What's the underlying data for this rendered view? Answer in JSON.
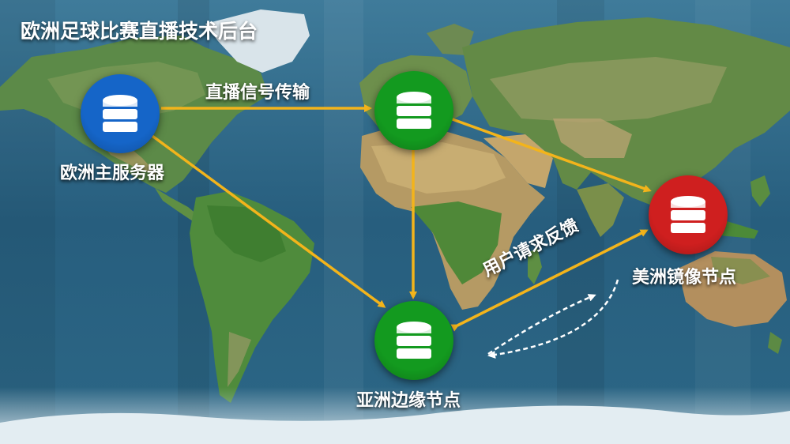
{
  "title": "欧洲足球比赛直播技术后台",
  "nodes": {
    "europe": {
      "label": "欧洲主服务器",
      "color": "#1565c8",
      "icon": "database-icon"
    },
    "mid": {
      "label": "",
      "color": "#139a1f",
      "icon": "database-icon"
    },
    "americas": {
      "label": "美洲镜像节点",
      "color": "#cf1f1f",
      "icon": "database-icon"
    },
    "asia": {
      "label": "亚洲边缘节点",
      "color": "#139a1f",
      "icon": "database-icon"
    }
  },
  "edges": {
    "live_signal": "直播信号传输",
    "user_feedback": "用户请求反馈"
  },
  "colors": {
    "arrow": "#f3b41b",
    "dashed": "#ffffff"
  }
}
